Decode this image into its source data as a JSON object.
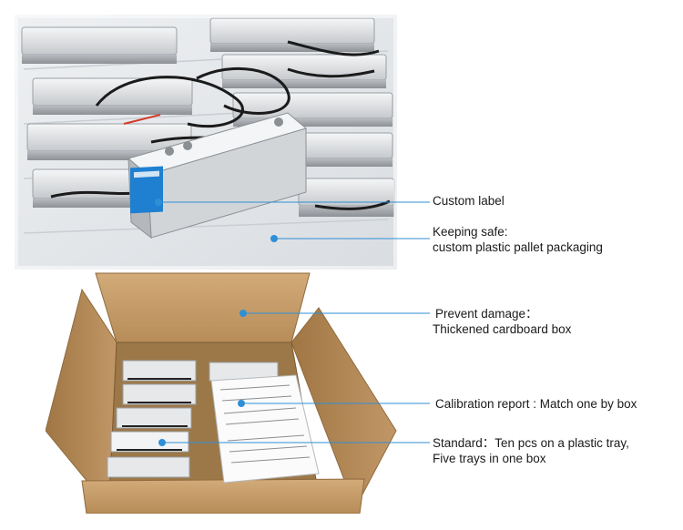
{
  "callouts": {
    "custom_label": {
      "line1": "Custom label"
    },
    "keeping_safe": {
      "line1": "Keeping safe:",
      "line2": "custom plastic pallet packaging"
    },
    "prevent_damage": {
      "line1": "Prevent damage：",
      "line2": "Thickened cardboard box"
    },
    "calibration": {
      "line1": "Calibration report : Match one by box"
    },
    "standard": {
      "line1": "Standard：Ten pcs on a plastic tray,",
      "line2": "Five trays in one box"
    }
  },
  "colors": {
    "callout_line": "#2f8fd6",
    "cardboard": "#c9a170",
    "cardboard_dark": "#8f6a3e",
    "tray": "#eef1f3",
    "label_blue": "#1f7fd0"
  }
}
